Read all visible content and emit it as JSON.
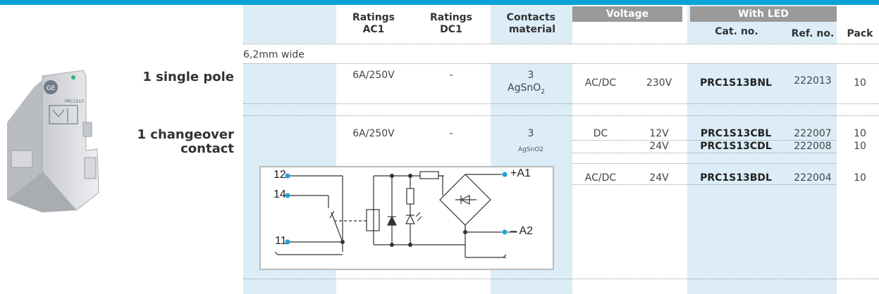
{
  "header": {
    "ratings_ac1": [
      "Ratings",
      "AC1"
    ],
    "ratings_dc1": [
      "Ratings",
      "DC1"
    ],
    "contacts_material": [
      "Contacts",
      "material"
    ],
    "voltage": "Voltage",
    "with_led": "With LED",
    "cat_no": "Cat. no.",
    "ref_no": "Ref. no.",
    "pack": "Pack"
  },
  "section_width": "6,2mm wide",
  "groups": [
    {
      "label": "1 single pole"
    },
    {
      "label_lines": [
        "1 changeover",
        "contact"
      ]
    }
  ],
  "rows": {
    "r1": {
      "ac1": "6A/250V",
      "dc1": "-",
      "contacts": "3",
      "material": "AgSnO",
      "material_sub": "2",
      "volt_type": "AC/DC",
      "volt": "230V",
      "cat": "PRC1S13BNL",
      "ref": "222013",
      "pack": "10"
    },
    "r2": {
      "ac1": "6A/250V",
      "dc1": "-",
      "contacts": "3",
      "material": "AgSnO2",
      "volt_type": "DC",
      "volt": "12V",
      "cat": "PRC1S13CBL",
      "ref": "222007",
      "pack": "10"
    },
    "r3": {
      "volt": "24V",
      "cat": "PRC1S13CDL",
      "ref": "222008",
      "pack": "10"
    },
    "r4": {
      "volt_type": "AC/DC",
      "volt": "24V",
      "cat": "PRC1S13BDL",
      "ref": "222004",
      "pack": "10"
    }
  },
  "diagram": {
    "t12": "12",
    "t14": "14",
    "t11": "11",
    "a1": "+A1",
    "a2": "– A2"
  },
  "photo": {
    "logo_text": "GE",
    "model_text": "PRC1S13"
  },
  "colors": {
    "accent": "#0aa3d8",
    "column_bg": "#dcedf8",
    "header_gray": "#9a9a9a",
    "terminal": "#1ea1d6"
  }
}
